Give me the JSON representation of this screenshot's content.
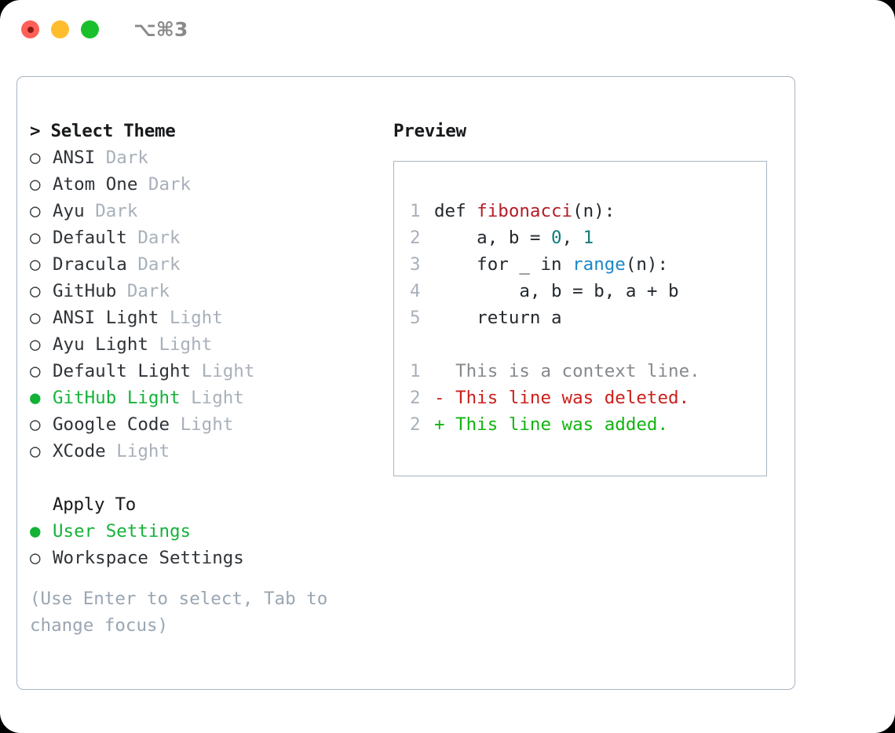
{
  "titlebar": {
    "shortcut": "⌥⌘3",
    "buttons": [
      "close",
      "minimize",
      "maximize"
    ]
  },
  "theme_section": {
    "header_caret": ">",
    "header": "Select Theme",
    "items": [
      {
        "bullet": "○",
        "label": "ANSI",
        "tag": "Dark",
        "selected": false
      },
      {
        "bullet": "○",
        "label": "Atom One",
        "tag": "Dark",
        "selected": false
      },
      {
        "bullet": "○",
        "label": "Ayu",
        "tag": "Dark",
        "selected": false
      },
      {
        "bullet": "○",
        "label": "Default",
        "tag": "Dark",
        "selected": false
      },
      {
        "bullet": "○",
        "label": "Dracula",
        "tag": "Dark",
        "selected": false
      },
      {
        "bullet": "○",
        "label": "GitHub",
        "tag": "Dark",
        "selected": false
      },
      {
        "bullet": "○",
        "label": "ANSI Light",
        "tag": "Light",
        "selected": false
      },
      {
        "bullet": "○",
        "label": "Ayu Light",
        "tag": "Light",
        "selected": false
      },
      {
        "bullet": "○",
        "label": "Default Light",
        "tag": "Light",
        "selected": false
      },
      {
        "bullet": "●",
        "label": "GitHub Light",
        "tag": "Light",
        "selected": true
      },
      {
        "bullet": "○",
        "label": "Google Code",
        "tag": "Light",
        "selected": false
      },
      {
        "bullet": "○",
        "label": "XCode",
        "tag": "Light",
        "selected": false
      }
    ]
  },
  "apply_section": {
    "header": "Apply To",
    "items": [
      {
        "bullet": "●",
        "label": "User Settings",
        "selected": true
      },
      {
        "bullet": "○",
        "label": "Workspace Settings",
        "selected": false
      }
    ]
  },
  "hint": "(Use Enter to select, Tab to change focus)",
  "preview": {
    "title": "Preview",
    "code_lines": [
      {
        "num": "1",
        "tokens": [
          {
            "t": "def ",
            "k": "txt"
          },
          {
            "t": "fibonacci",
            "k": "fn"
          },
          {
            "t": "(n):",
            "k": "txt"
          }
        ]
      },
      {
        "num": "2",
        "tokens": [
          {
            "t": "    a, b = ",
            "k": "txt"
          },
          {
            "t": "0",
            "k": "num"
          },
          {
            "t": ", ",
            "k": "txt"
          },
          {
            "t": "1",
            "k": "num"
          }
        ]
      },
      {
        "num": "3",
        "tokens": [
          {
            "t": "    for _ in ",
            "k": "txt"
          },
          {
            "t": "range",
            "k": "bi"
          },
          {
            "t": "(n):",
            "k": "txt"
          }
        ]
      },
      {
        "num": "4",
        "tokens": [
          {
            "t": "        a, b = b, a + b",
            "k": "txt"
          }
        ]
      },
      {
        "num": "5",
        "tokens": [
          {
            "t": "    return a",
            "k": "txt"
          }
        ]
      }
    ],
    "diff_lines": [
      {
        "num": "1",
        "marker": "  ",
        "text": "This is a context line.",
        "kind": "ctx"
      },
      {
        "num": "2",
        "marker": "- ",
        "text": "This line was deleted.",
        "kind": "del"
      },
      {
        "num": "2",
        "marker": "+ ",
        "text": "This line was added.",
        "kind": "add"
      }
    ]
  },
  "colors": {
    "accent_green": "#15b33a",
    "muted": "#a8b0ba",
    "border": "#a9b4c0",
    "diff_add": "#12b312",
    "diff_del": "#cc1f1a",
    "fn_red": "#b31d28",
    "builtin_blue": "#1b87c9",
    "number_teal": "#117c7c"
  }
}
